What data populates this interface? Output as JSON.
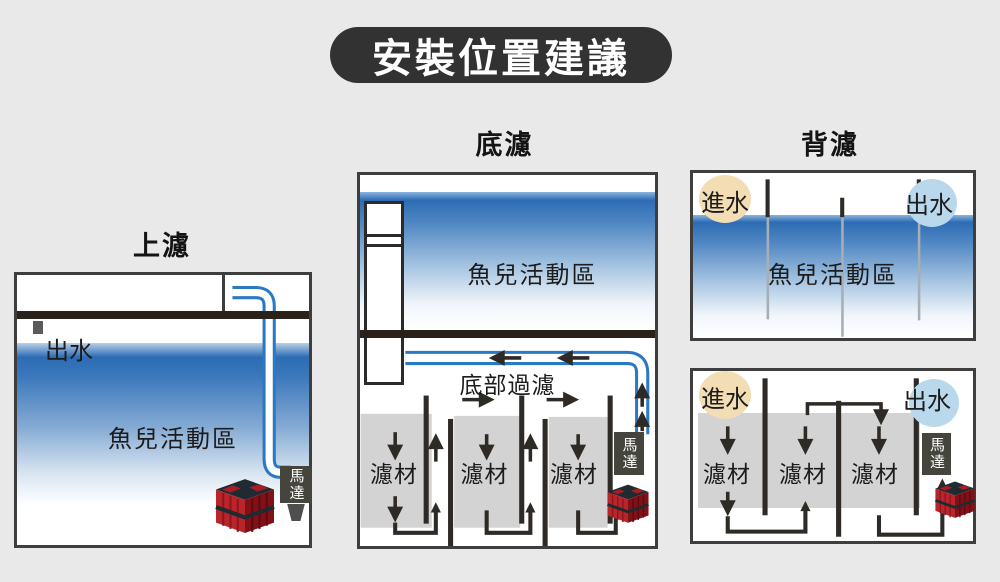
{
  "title": "安裝位置建議",
  "accent_colors": {
    "water_blue": "#2d6cb4",
    "pipe_blue": "#2b79c2",
    "media_gray": "#d3d3d3",
    "pump_red": "#b8262c",
    "inlet_highlight": "#f2ddb4",
    "outlet_highlight": "#b9d8ec",
    "frame_dark": "#2b211b"
  },
  "diagrams": {
    "top_filter": {
      "title": "上濾",
      "water_out_label": "出水",
      "fish_area_label": "魚兒活動區",
      "motor_label": "馬達"
    },
    "sump_filter": {
      "title": "底濾",
      "fish_area_label": "魚兒活動區",
      "bottom_filtration_label": "底部過濾",
      "media_labels": [
        "濾材",
        "濾材",
        "濾材"
      ],
      "motor_label": "馬達"
    },
    "back_filter": {
      "title": "背濾",
      "display_tank": {
        "water_in_label": "進水",
        "water_out_label": "出水",
        "fish_area_label": "魚兒活動區"
      },
      "filter_tank": {
        "water_in_label": "進水",
        "water_out_label": "出水",
        "media_labels": [
          "濾材",
          "濾材",
          "濾材"
        ],
        "motor_label": "馬達"
      }
    }
  }
}
